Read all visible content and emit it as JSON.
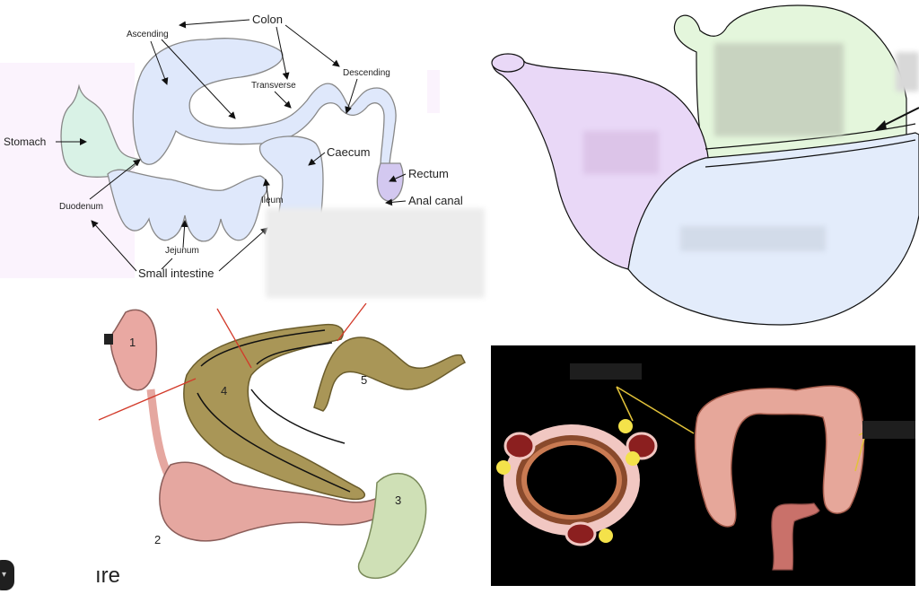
{
  "diagram1": {
    "labels": {
      "colon": "Colon",
      "ascending": "Ascending",
      "transverse": "Transverse",
      "descending": "Descending",
      "stomach": "Stomach",
      "caecum": "Caecum",
      "rectum": "Rectum",
      "anal_canal": "Anal canal",
      "duodenum": "Duodenum",
      "ileum": "Ileum",
      "jejunum": "Jejunum",
      "small_intestine": "Small intestine"
    }
  },
  "diagram3": {
    "labels": {
      "n1": "1",
      "n2": "2",
      "n3": "3",
      "n4": "4",
      "n5": "5"
    }
  },
  "footer": {
    "text": "ıre"
  },
  "colors": {
    "colon_blue": "#dfe8fb",
    "stomach_green": "#d9f2e6",
    "rectum_purple": "#d3c8f0",
    "lilac": "#e9d8f7",
    "light_green": "#e4f6dc",
    "pale_blue": "#e3ecfb",
    "gut_olive": "#a99657",
    "intestine_pink": "#e5a7a0",
    "caecum_green": "#cfe0b6",
    "arrow_red": "#d23a2a"
  }
}
